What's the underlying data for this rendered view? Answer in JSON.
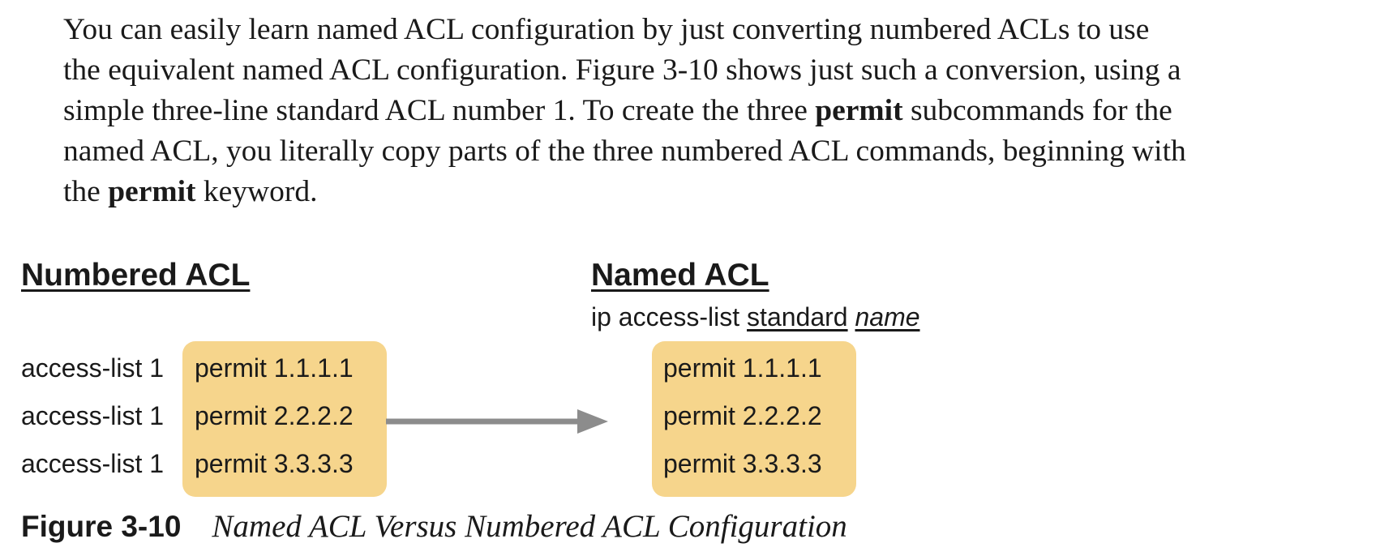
{
  "paragraph": {
    "line1": "You can easily learn named ACL configuration by just converting numbered ACLs to use",
    "line2": "the equivalent named ACL configuration. Figure 3-10 shows just such a conversion, using a",
    "line3_a": "simple three-line standard ACL number 1. To create the three ",
    "line3_bold": "permit",
    "line3_b": " subcommands for the",
    "line4": "named ACL, you literally copy parts of the three numbered ACL commands, beginning with",
    "line5_a": "the ",
    "line5_bold": "permit",
    "line5_b": " keyword."
  },
  "figure": {
    "numbered_heading": "Numbered ACL",
    "named_heading": "Named ACL",
    "named_command": {
      "prefix": "ip access-list ",
      "keyword": "standard",
      "space": " ",
      "argument": "name"
    },
    "numbered_prefix": "access-list 1",
    "numbered_rows": [
      "permit 1.1.1.1",
      "permit 2.2.2.2",
      "permit 3.3.3.3"
    ],
    "named_rows": [
      "permit 1.1.1.1",
      "permit 2.2.2.2",
      "permit 3.3.3.3"
    ],
    "colors": {
      "highlight_box": "#f6d58c",
      "arrow": "#8c8c8c",
      "text": "#1a1a1a"
    },
    "arrow_icon": "right-arrow-icon"
  },
  "caption": {
    "label": "Figure 3-10",
    "title": "Named ACL Versus Numbered ACL Configuration"
  }
}
